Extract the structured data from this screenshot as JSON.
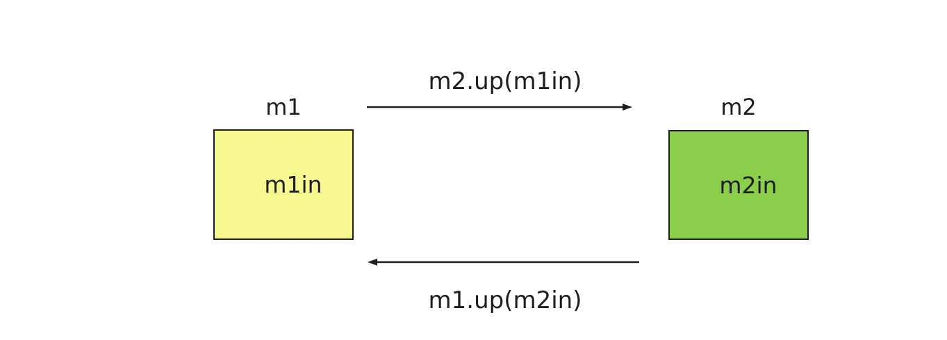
{
  "canvas": {
    "background": "#FFFFFF"
  },
  "colors": {
    "line": "#1E1E1E",
    "text": "#1E1E1E",
    "node_border": "#1E1E1E",
    "m1_fill": "#F8F890",
    "m2_fill": "#8BCE4B"
  },
  "nodes": [
    {
      "title": "m1",
      "label": "m1in",
      "fill": "#F8F890"
    },
    {
      "title": "m2",
      "label": "m2in",
      "fill": "#8BCE4B"
    }
  ],
  "edges": [
    {
      "label": "m2.up(m1in)",
      "direction": "left-to-right"
    },
    {
      "label": "m1.up(m2in)",
      "direction": "right-to-left"
    }
  ]
}
